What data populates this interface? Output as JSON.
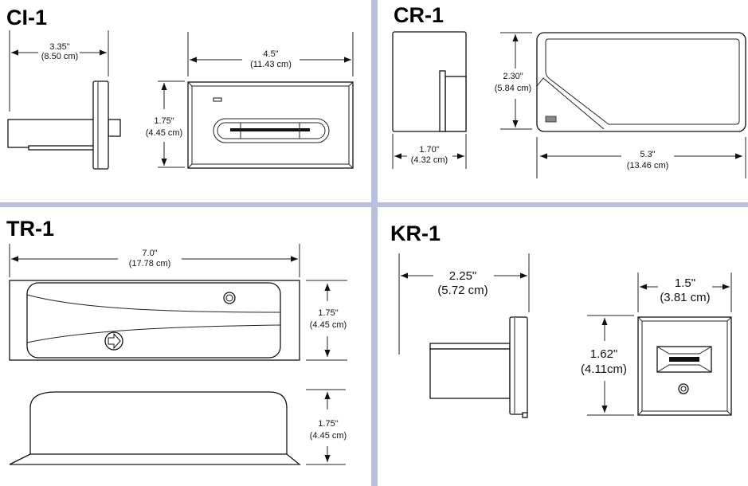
{
  "colors": {
    "divider": "#b9bfdc",
    "ink": "#111111"
  },
  "panels": {
    "ci1": {
      "title": "CI-1",
      "side_width": {
        "inches": "3.35\"",
        "cm": "(8.50 cm)"
      },
      "front_width": {
        "inches": "4.5\"",
        "cm": "(11.43 cm)"
      },
      "front_height": {
        "inches": "1.75\"",
        "cm": "(4.45 cm)"
      }
    },
    "cr1": {
      "title": "CR-1",
      "height": {
        "inches": "2.30\"",
        "cm": "(5.84 cm)"
      },
      "side_width": {
        "inches": "1.70\"",
        "cm": "(4.32 cm)"
      },
      "front_width": {
        "inches": "5.3\"",
        "cm": "(13.46 cm)"
      }
    },
    "tr1": {
      "title": "TR-1",
      "width": {
        "inches": "7.0\"",
        "cm": "(17.78 cm)"
      },
      "top_height": {
        "inches": "1.75\"",
        "cm": "(4.45 cm)"
      },
      "bottom_height": {
        "inches": "1.75\"",
        "cm": "(4.45 cm)"
      }
    },
    "kr1": {
      "title": "KR-1",
      "side_width": {
        "inches": "2.25\"",
        "cm": "(5.72 cm)"
      },
      "front_width": {
        "inches": "1.5\"",
        "cm": "(3.81 cm)"
      },
      "front_height": {
        "inches": "1.62\"",
        "cm": "(4.11cm)"
      }
    }
  }
}
